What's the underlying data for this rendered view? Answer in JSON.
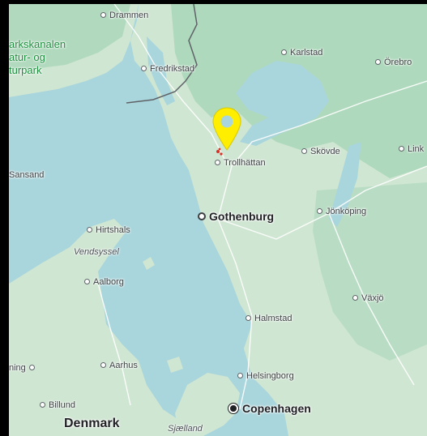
{
  "map": {
    "labels": {
      "drammen": "Drammen",
      "fredrikstad": "Fredrikstad",
      "karlstad": "Karlstad",
      "orebro": "Örebro",
      "park_line1": "arkskanalen",
      "park_line2": "atur- og",
      "park_line3": "turpark",
      "trollhattan": "Trollhättan",
      "skovde": "Skövde",
      "link": "Link",
      "gansand": "Sansand",
      "gothenburg": "Gothenburg",
      "jonkoping": "Jönköping",
      "hirtshals": "Hirtshals",
      "vendsyssel": "Vendsyssel",
      "aalborg": "Aalborg",
      "vaxjo": "Växjö",
      "halmstad": "Halmstad",
      "aarhus": "Aarhus",
      "herning": "ning",
      "helsingborg": "Helsingborg",
      "billund": "Billund",
      "copenhagen": "Copenhagen",
      "denmark": "Denmark",
      "sjaelland": "Sjælland"
    },
    "colors": {
      "water": "#a9d5dc",
      "land": "#cfe6d2",
      "forest": "#a8d6b8",
      "pin": "#ffee00"
    },
    "marker_icon": "map-pin-icon"
  }
}
